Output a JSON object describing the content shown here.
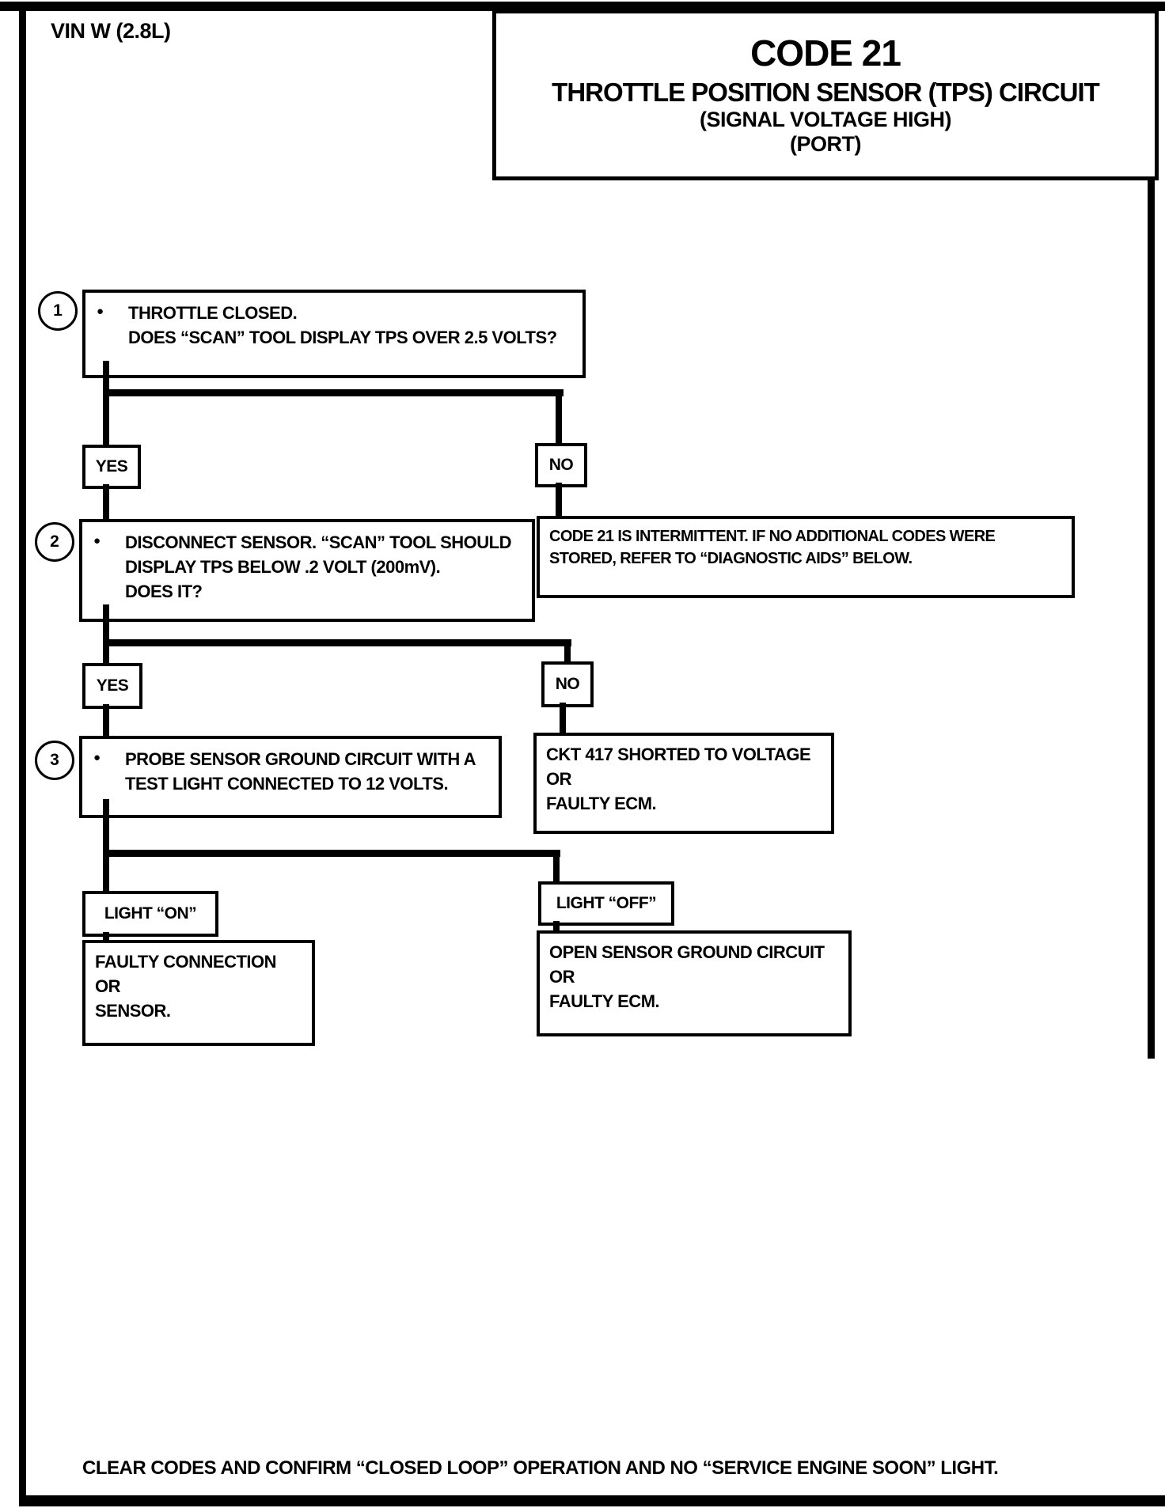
{
  "page": {
    "vin_label": "VIN W (2.8L)",
    "footer": "CLEAR CODES AND CONFIRM “CLOSED LOOP”  OPERATION AND NO “SERVICE ENGINE SOON” LIGHT.",
    "colors": {
      "ink": "#000000",
      "paper": "#ffffff"
    }
  },
  "title_block": {
    "code": "CODE 21",
    "subtitle": "THROTTLE POSITION SENSOR (TPS) CIRCUIT",
    "detail1": "(SIGNAL VOLTAGE HIGH)",
    "detail2": "(PORT)"
  },
  "flowchart": {
    "bullet": "●",
    "step1": {
      "number": "1",
      "lines": [
        "THROTTLE CLOSED.",
        "DOES “SCAN” TOOL DISPLAY TPS OVER 2.5 VOLTS?"
      ]
    },
    "branch1": {
      "yes": "YES",
      "no": "NO"
    },
    "step2": {
      "number": "2",
      "lines": [
        "DISCONNECT SENSOR. “SCAN” TOOL SHOULD",
        "DISPLAY TPS BELOW .2 VOLT (200mV).",
        "DOES IT?"
      ]
    },
    "intermittent_box": {
      "lines": [
        "CODE 21 IS INTERMITTENT.  IF NO ADDITIONAL CODES WERE",
        "STORED, REFER TO  “DIAGNOSTIC AIDS”  BELOW."
      ]
    },
    "branch2": {
      "yes": "YES",
      "no": "NO"
    },
    "step3": {
      "number": "3",
      "lines": [
        "PROBE SENSOR GROUND CIRCUIT WITH A",
        "TEST LIGHT CONNECTED TO 12 VOLTS."
      ]
    },
    "ckt_box": {
      "lines": [
        "CKT 417 SHORTED TO VOLTAGE",
        "OR",
        "FAULTY ECM."
      ]
    },
    "branch3": {
      "on": "LIGHT “ON”",
      "off": "LIGHT “OFF”"
    },
    "faulty_connection_box": {
      "lines": [
        "FAULTY CONNECTION",
        "OR",
        "SENSOR."
      ]
    },
    "open_ground_box": {
      "lines": [
        "OPEN SENSOR GROUND CIRCUIT",
        "OR",
        "FAULTY ECM."
      ]
    }
  }
}
